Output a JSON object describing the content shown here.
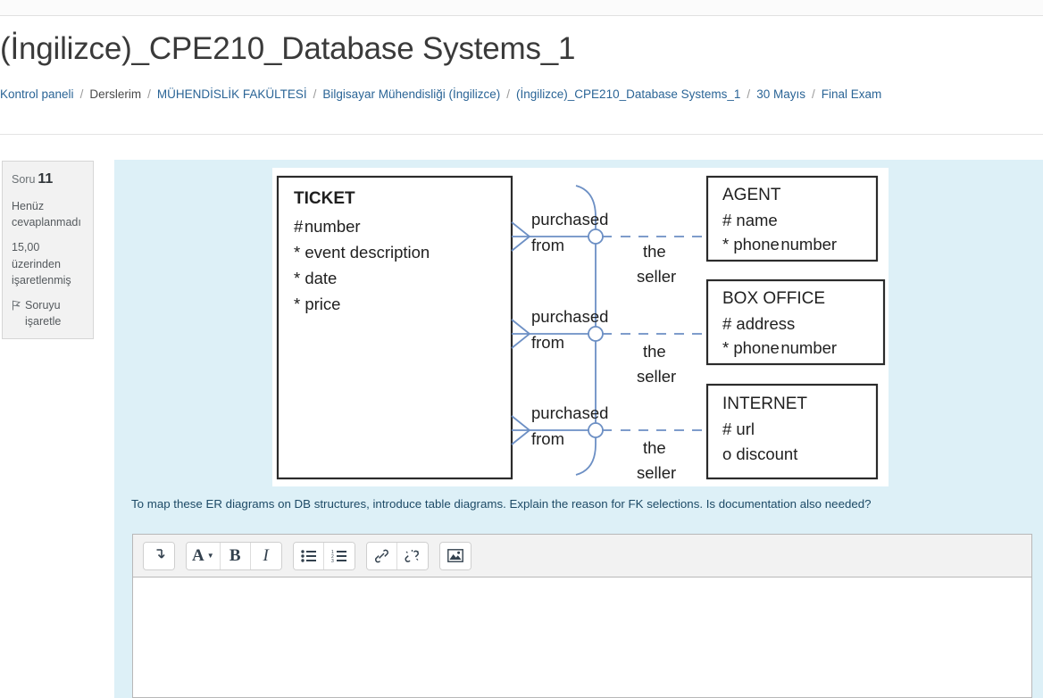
{
  "page": {
    "title": "(İngilizce)_CPE210_Database Systems_1"
  },
  "breadcrumb": {
    "separator": "/",
    "items": [
      {
        "label": "Kontrol paneli",
        "link": true
      },
      {
        "label": "Derslerim",
        "link": false
      },
      {
        "label": "MÜHENDİSLİK FAKÜLTESİ",
        "link": true
      },
      {
        "label": "Bilgisayar Mühendisliği (İngilizce)",
        "link": true
      },
      {
        "label": "(İngilizce)_CPE210_Database Systems_1",
        "link": true
      },
      {
        "label": "30 Mayıs",
        "link": true
      },
      {
        "label": "Final Exam",
        "link": true
      }
    ]
  },
  "question_info": {
    "question_label": "Soru",
    "question_number": "11",
    "status": "Henüz cevaplanmadı",
    "marks": "15,00 üzerinden işaretlenmiş",
    "flag_label": "Soruyu işaretle",
    "flag_icon": "flag-outline-icon"
  },
  "question": {
    "text": "To map these ER diagrams on DB structures, introduce table diagrams. Explain the reason for FK selections. Is documentation also needed?"
  },
  "diagram": {
    "title": "er-diagram-ticket-sellers",
    "line_color": "#6c8fc4",
    "box_border": "#2b2b2b",
    "entities": [
      {
        "name": "TICKET",
        "attributes": [
          "# number",
          "* event description",
          "* date",
          "* price"
        ]
      },
      {
        "name": "AGENT",
        "attributes": [
          "# name",
          "* phone number"
        ]
      },
      {
        "name": "BOX OFFICE",
        "attributes": [
          "# address",
          "* phone number"
        ]
      },
      {
        "name": "INTERNET",
        "attributes": [
          "# url",
          "o discount"
        ]
      }
    ],
    "relationships": [
      {
        "from_label": "purchased from",
        "to_label": "the seller",
        "target": "AGENT"
      },
      {
        "from_label": "purchased from",
        "to_label": "the seller",
        "target": "BOX OFFICE"
      },
      {
        "from_label": "purchased from",
        "to_label": "the seller",
        "target": "INTERNET"
      }
    ],
    "labels": {
      "purchased": "purchased",
      "from": "from",
      "the": "the",
      "seller": "seller"
    }
  },
  "editor": {
    "content": "",
    "toolbar_groups": [
      [
        {
          "name": "expand-toolbar-button",
          "glyph": "⤵"
        }
      ],
      [
        {
          "name": "font-style-button",
          "glyph": "A"
        },
        {
          "name": "bold-button",
          "glyph": "B"
        },
        {
          "name": "italic-button",
          "glyph": "I"
        }
      ],
      [
        {
          "name": "bullet-list-button",
          "glyph": "☰"
        },
        {
          "name": "numbered-list-button",
          "glyph": "☰"
        }
      ],
      [
        {
          "name": "link-button",
          "glyph": "🔗"
        },
        {
          "name": "unlink-button",
          "glyph": "🔗"
        }
      ],
      [
        {
          "name": "insert-image-button",
          "glyph": "🖼"
        }
      ]
    ]
  },
  "colors": {
    "panel_bg": "#ddf0f7",
    "link": "#2a6496",
    "question_text": "#1d4a66",
    "sidebar_bg": "#f2f2f2"
  }
}
